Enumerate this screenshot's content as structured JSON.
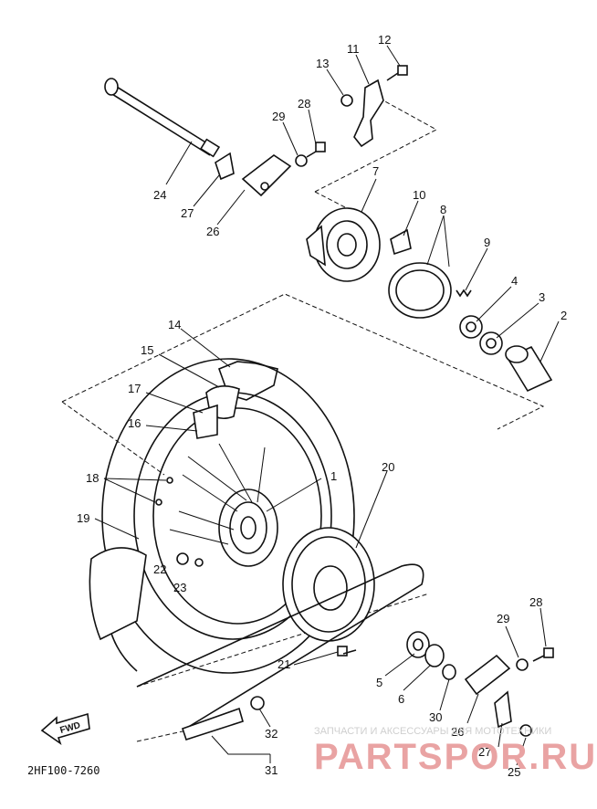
{
  "diagram": {
    "part_code": "2HF100-7260",
    "fwd_label": "FWD",
    "callouts": [
      "1",
      "2",
      "3",
      "4",
      "5",
      "6",
      "7",
      "8",
      "9",
      "10",
      "11",
      "12",
      "13",
      "14",
      "15",
      "16",
      "17",
      "18",
      "19",
      "20",
      "21",
      "22",
      "23",
      "24",
      "25",
      "26",
      "27",
      "28",
      "29",
      "30",
      "31",
      "32"
    ],
    "callout_dupes": {
      "26b": "26",
      "27b": "27",
      "28b": "28",
      "29b": "29"
    }
  },
  "watermark": {
    "line1": "ЗАПЧАСТИ И АКСЕССУАРЫ ДЛЯ МОТОТЕХНИКИ",
    "logo": "PARTSPOR.RU"
  }
}
